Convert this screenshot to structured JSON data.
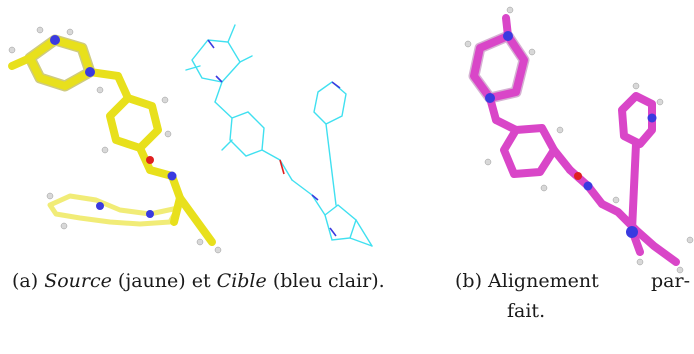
{
  "figure": {
    "panel_a": {
      "caption_tag": "(a)",
      "caption_source_word": "Source",
      "caption_source_paren": "(jaune) et",
      "caption_target_word": "Cible",
      "caption_target_paren": "(bleu clair)."
    },
    "panel_b": {
      "caption_tag": "(b)",
      "caption_word1": "Alignement",
      "caption_word2": "par-",
      "caption_line2": "fait."
    }
  },
  "colors": {
    "source_molecule": "#e8e01c",
    "target_molecule": "#40e0f0",
    "aligned_molecule": "#d946c8",
    "nitrogen": "#3a3ae0",
    "oxygen": "#e02020",
    "hydrogen": "#d8d8d8"
  },
  "icons": {
    "panel_a_image": "molecule-overlay-source-target",
    "panel_b_image": "molecule-aligned"
  }
}
